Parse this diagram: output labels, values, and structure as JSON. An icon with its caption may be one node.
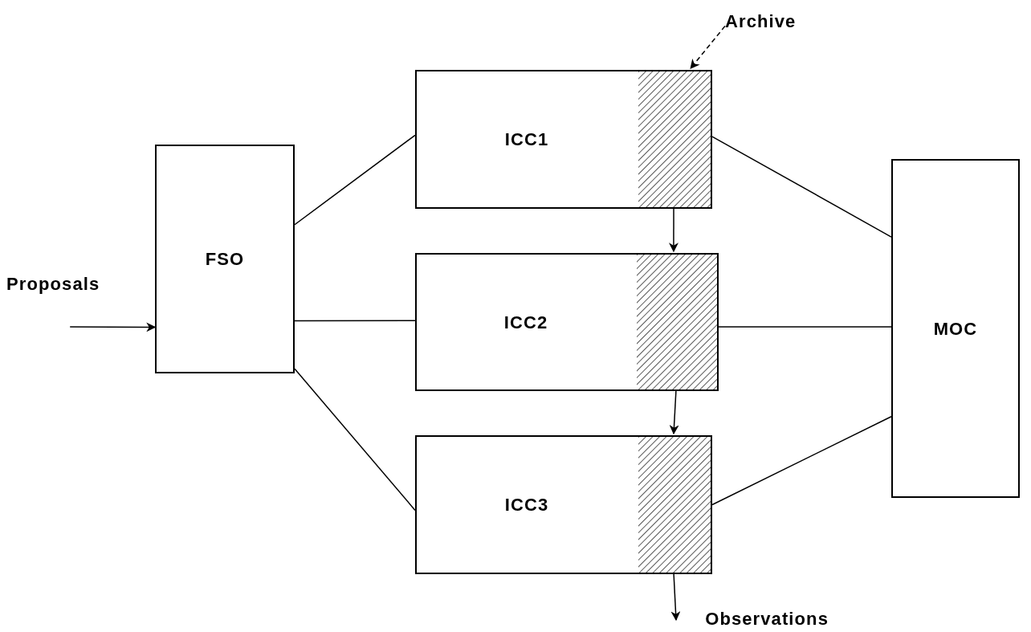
{
  "diagram": {
    "nodes": [
      {
        "text": [
          "Proposals"
        ]
      },
      {
        "text": [
          "FSO"
        ]
      },
      {
        "text": [
          "ICC1"
        ]
      },
      {
        "text": [],
        "shape": "box",
        "in": 2
      },
      {
        "text": [
          "ICC2"
        ]
      },
      {
        "text": [],
        "shape": "box",
        "in": 4
      },
      {
        "text": [
          "ICC3"
        ]
      },
      {
        "text": [],
        "shape": "box",
        "in": 6
      },
      {
        "text": [
          "MOC"
        ]
      },
      {
        "text": [
          "Archive"
        ]
      },
      {
        "text": [
          "Observations"
        ]
      }
    ],
    "edges": [
      {
        "from": 0,
        "to": 1,
        "arrow": "to"
      },
      {
        "from": 1,
        "to": 2,
        "arrow": "none"
      },
      {
        "from": 1,
        "to": 4,
        "arrow": "none"
      },
      {
        "from": 1,
        "to": 6,
        "arrow": "none"
      },
      {
        "from": 2,
        "to": 8,
        "arrow": "none"
      },
      {
        "from": 4,
        "to": 8,
        "arrow": "none"
      },
      {
        "from": 6,
        "to": 8,
        "arrow": "none"
      },
      {
        "from": 9,
        "to": 3,
        "arrow": "to",
        "style": "dashed"
      },
      {
        "from": 3,
        "to": 5,
        "arrow": "to"
      },
      {
        "from": 5,
        "to": 7,
        "arrow": "to"
      },
      {
        "from": 7,
        "to": 10,
        "arrow": "to"
      }
    ]
  }
}
